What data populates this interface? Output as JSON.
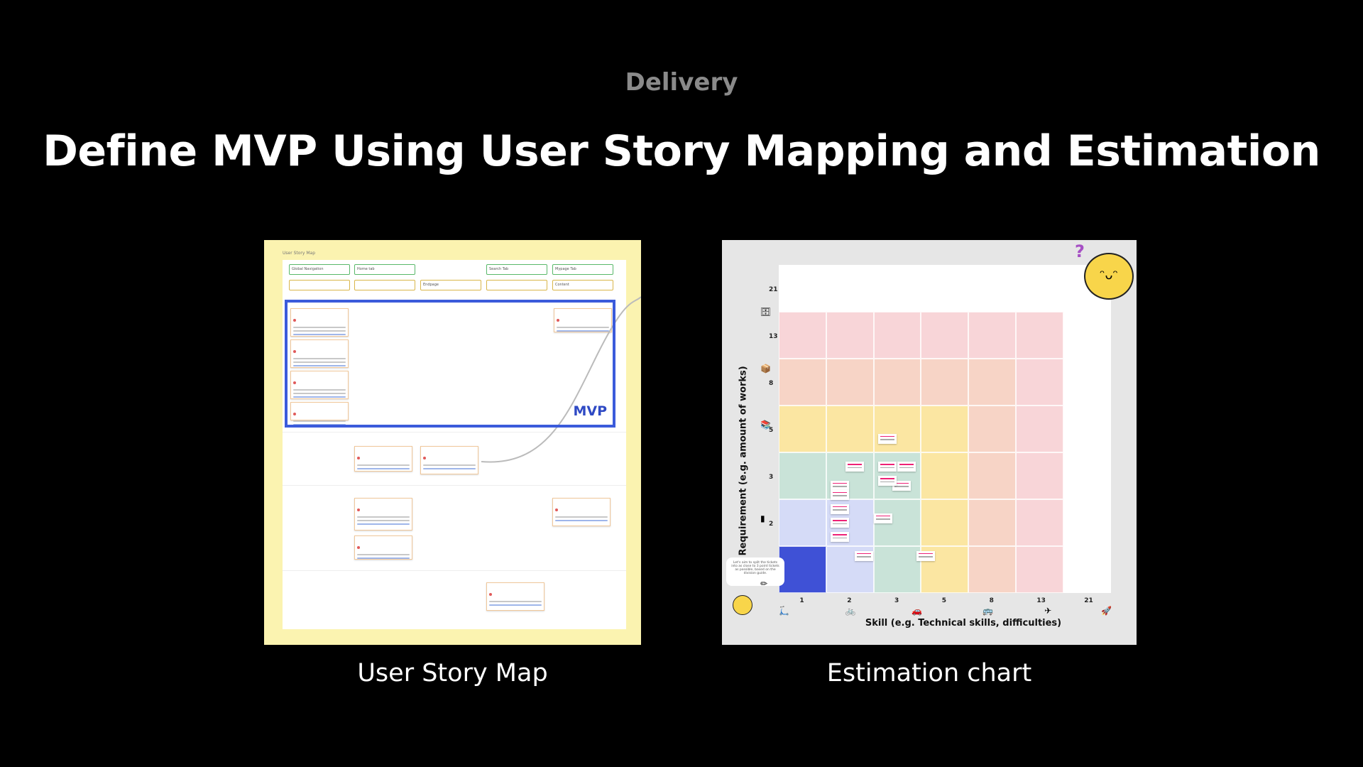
{
  "section": "Delivery",
  "title": "Define MVP Using User Story Mapping and Estimation",
  "story_map": {
    "caption": "User Story Map",
    "map_title": "User Story Map",
    "columns": [
      "Global Navigation",
      "Home tab",
      "",
      "Search Tab",
      "Mypage Tab"
    ],
    "sub_columns": [
      "",
      "",
      "Endpage",
      "",
      "Content"
    ],
    "mvp_label": "MVP",
    "colors": {
      "background": "#fbf3b0",
      "mvp_border": "#3b5bdb",
      "card_green": "#59b86a",
      "card_yellow": "#d9b64a"
    }
  },
  "estimation": {
    "caption": "Estimation chart",
    "x_axis_label": "Skill (e.g. Technical skills, difficulties)",
    "y_axis_label": "Requirement (e.g. amount of works)",
    "x_ticks": [
      "1",
      "2",
      "3",
      "5",
      "8",
      "13",
      "21"
    ],
    "y_ticks": [
      "21",
      "13",
      "8",
      "5",
      "3",
      "2"
    ],
    "x_icons": [
      "scooter-icon",
      "bicycle-icon",
      "car-icon",
      "bus-icon",
      "airplane-icon",
      "rocket-icon"
    ],
    "y_icons": [
      "pencil-icon",
      "sticky-note-icon",
      "books-icon",
      "box-icon",
      "cabinet-icon"
    ],
    "zone_colors": {
      "blue": "#3f51d6",
      "lavender": "#d5dbf7",
      "green": "#c9e3d8",
      "yellow": "#fbe6a2",
      "peach": "#f7d4c6",
      "pink": "#f8d5d8",
      "white": "#ffffff"
    },
    "bubble_text": "Let's aim to split the tickets into as close to 3 point tickets as possible, based on the division guide."
  }
}
